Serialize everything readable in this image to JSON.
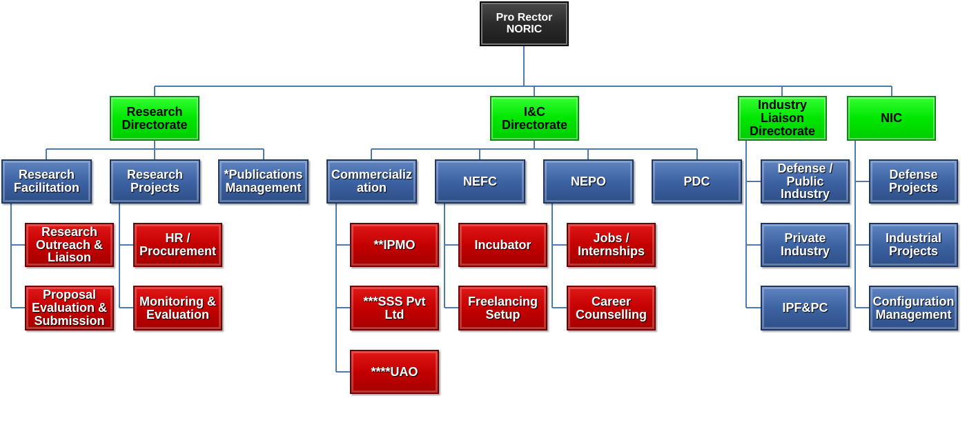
{
  "chart": {
    "top": "Pro Rector\nNORIC",
    "directorates": {
      "research": "Research\nDirectorate",
      "ic": "I&C\nDirectorate",
      "industry_liaison": "Industry\nLiaison\nDirectorate",
      "nic": "NIC"
    },
    "research_units": {
      "facilitation": "Research\nFacilitation",
      "projects": "Research\nProjects",
      "publications": "*Publications\nManagement",
      "outreach": "Research\nOutreach &\nLiaison",
      "proposal": "Proposal\nEvaluation &\nSubmission",
      "hr": "HR /\nProcurement",
      "monitoring": "Monitoring &\nEvaluation"
    },
    "ic_units": {
      "commercialization": "Commercializ\nation",
      "nefc": "NEFC",
      "nepo": "NEPO",
      "pdc": "PDC",
      "ipmo": "**IPMO",
      "sss": "***SSS Pvt\nLtd",
      "uao": "****UAO",
      "incubator": "Incubator",
      "freelancing": "Freelancing\nSetup",
      "jobs": "Jobs /\nInternships",
      "career": "Career\nCounselling"
    },
    "industry_units": {
      "defense_public": "Defense /\nPublic\nIndustry",
      "private": "Private\nIndustry",
      "ipfpc": "IPF&PC"
    },
    "nic_units": {
      "defense_projects": "Defense\nProjects",
      "industrial_projects": "Industrial\nProjects",
      "configuration": "Configuration\nManagement"
    },
    "colors": {
      "top": "#2b2b2b",
      "green": "#00e600",
      "blue": "#3d63a3",
      "red": "#c40000",
      "line": "#4a7ab0"
    }
  }
}
